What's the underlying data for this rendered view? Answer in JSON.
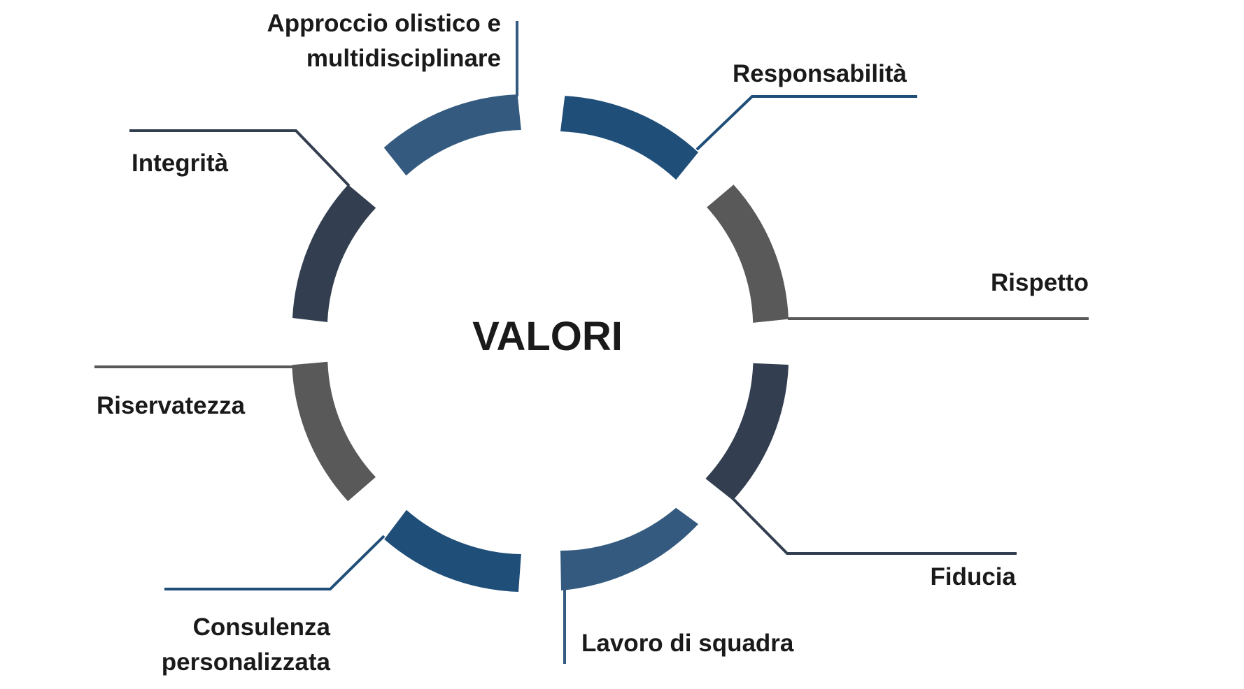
{
  "center": {
    "title": "VALORI"
  },
  "colors": {
    "navy": "#1f4e79",
    "steel": "#345b7f",
    "slate": "#333f50",
    "gray": "#595959"
  },
  "values": [
    {
      "id": "approccio",
      "label": "Approccio olistico e\nmultidisciplinare",
      "color": "#345b7f"
    },
    {
      "id": "responsabilita",
      "label": "Responsabilità",
      "color": "#1f4e79"
    },
    {
      "id": "rispetto",
      "label": "Rispetto",
      "color": "#595959"
    },
    {
      "id": "fiducia",
      "label": "Fiducia",
      "color": "#333f50"
    },
    {
      "id": "lavoro",
      "label": "Lavoro di squadra",
      "color": "#345b7f"
    },
    {
      "id": "consulenza",
      "label": "Consulenza\npersonalizzata",
      "color": "#1f4e79"
    },
    {
      "id": "riservatezza",
      "label": "Riservatezza",
      "color": "#595959"
    },
    {
      "id": "integrita",
      "label": "Integrità",
      "color": "#333f50"
    }
  ]
}
